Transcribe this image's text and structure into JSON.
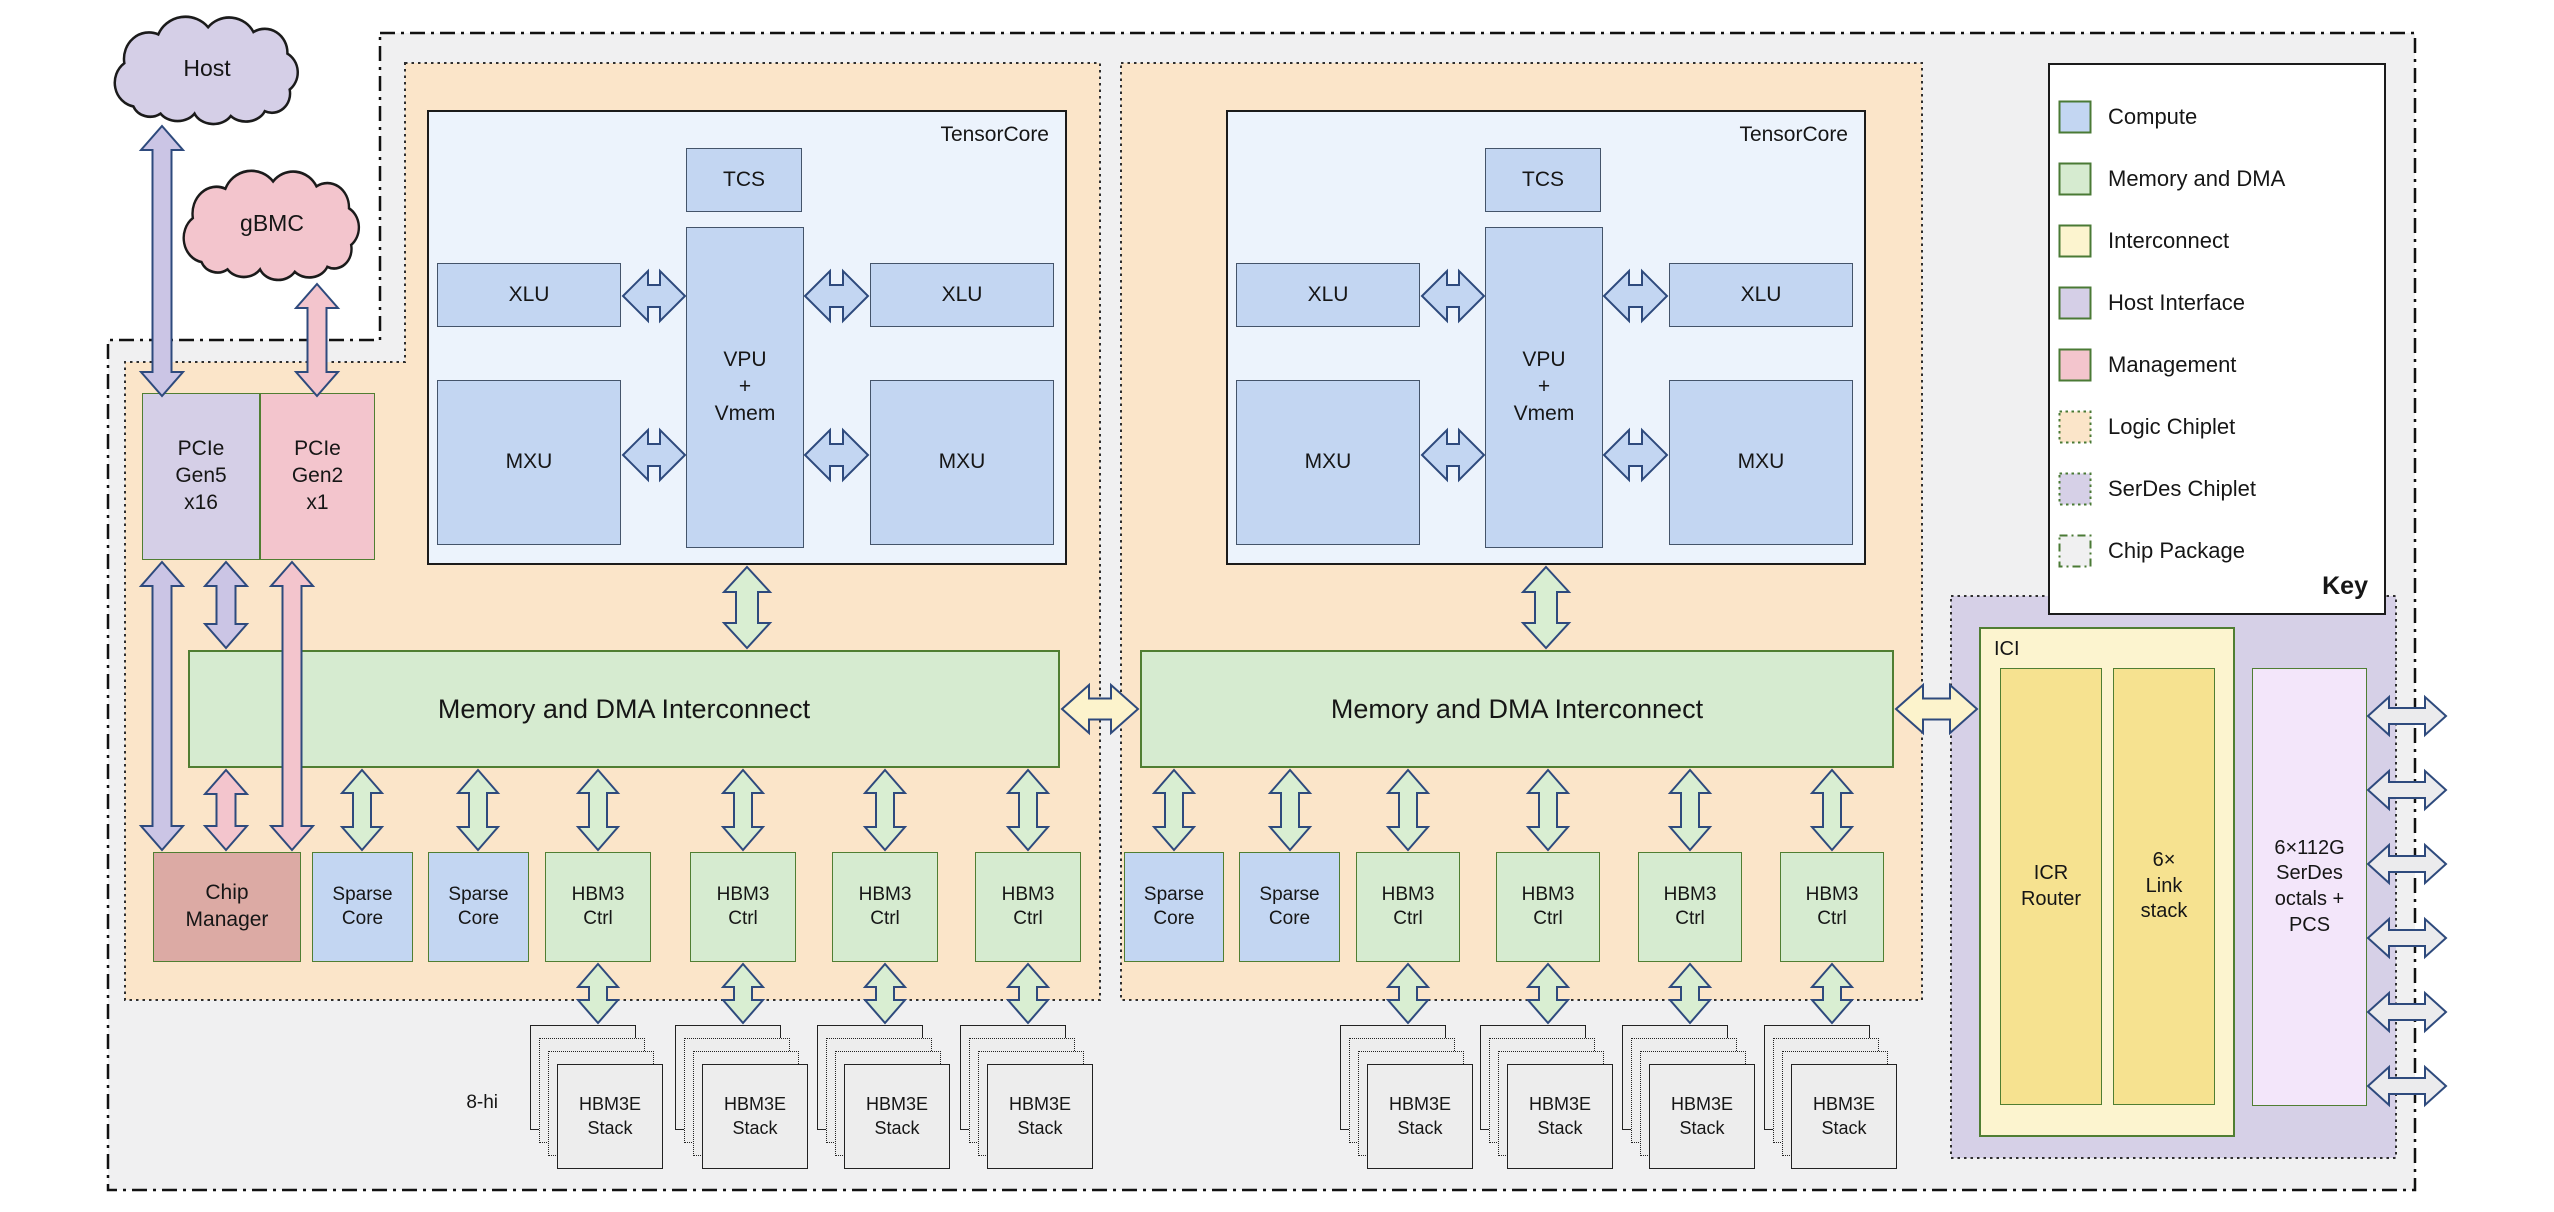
{
  "clouds": {
    "host": "Host",
    "gbmc": "gBMC"
  },
  "host_interface": {
    "pcie5": [
      "PCIe",
      "Gen5",
      "x16"
    ],
    "pcie2": [
      "PCIe",
      "Gen2",
      "x1"
    ]
  },
  "tensorcore": {
    "title": "TensorCore",
    "tcs": "TCS",
    "xlu": "XLU",
    "mxu": "MXU",
    "vpu": [
      "VPU",
      "+",
      "Vmem"
    ]
  },
  "interconnect": {
    "label": "Memory and DMA Interconnect"
  },
  "bottom": {
    "chip_manager": [
      "Chip",
      "Manager"
    ],
    "sparse_core": [
      "Sparse",
      "Core"
    ],
    "hbm_ctrl": [
      "HBM3",
      "Ctrl"
    ]
  },
  "stacks": {
    "label": [
      "HBM3E",
      "Stack"
    ],
    "note": "8-hi"
  },
  "ici": {
    "label": "ICI",
    "router": [
      "ICR",
      "Router"
    ],
    "link": [
      "6×",
      "Link",
      "stack"
    ]
  },
  "serdes": {
    "label": [
      "6×112G",
      "SerDes",
      "octals +",
      "PCS"
    ]
  },
  "key": {
    "title": "Key",
    "items": [
      {
        "label": "Compute",
        "swatch": "solid",
        "color": "#c3d6f2"
      },
      {
        "label": "Memory and DMA",
        "swatch": "solid",
        "color": "#d6ebd0"
      },
      {
        "label": "Interconnect",
        "swatch": "solid",
        "color": "#fcf4cf"
      },
      {
        "label": "Host Interface",
        "swatch": "solid",
        "color": "#d5cfe7"
      },
      {
        "label": "Management",
        "swatch": "solid",
        "color": "#f3c5cd"
      },
      {
        "label": "Logic Chiplet",
        "swatch": "dotted",
        "color": "#fbe5c9"
      },
      {
        "label": "SerDes Chiplet",
        "swatch": "dotted",
        "color": "#d6d0e7"
      },
      {
        "label": "Chip Package",
        "swatch": "dashdot",
        "color": "#f0f0f1"
      }
    ]
  },
  "colors": {
    "compute": "#c3d6f2",
    "compute_border": "#44546a",
    "tc_fill": "#ecf3fc",
    "tc_border": "#1b1b1b",
    "green": "#d6ebd0",
    "green_border": "#507e32",
    "lavender": "#d5cfe7",
    "pink": "#f3c5cd",
    "salmon": "#dcaaa4",
    "orange": "#fbe5c9",
    "pale_yellow": "#fcf4cf",
    "dark_yellow": "#f6e290",
    "serdes_box": "#f3e6fa",
    "serdes_chiplet": "#d6d0e7",
    "package": "#f0f0f1",
    "stack": "#ededed",
    "arrow_stroke": "#2e4a7d",
    "arrow_purple": "#cbc5e5",
    "arrow_pink": "#f3c5cd",
    "arrow_green": "#d9eed2",
    "arrow_blue": "#c3d6f2",
    "arrow_yellow": "#fcf3cc",
    "arrow_gray": "#ebebed",
    "outline": "#1b1b1b"
  }
}
